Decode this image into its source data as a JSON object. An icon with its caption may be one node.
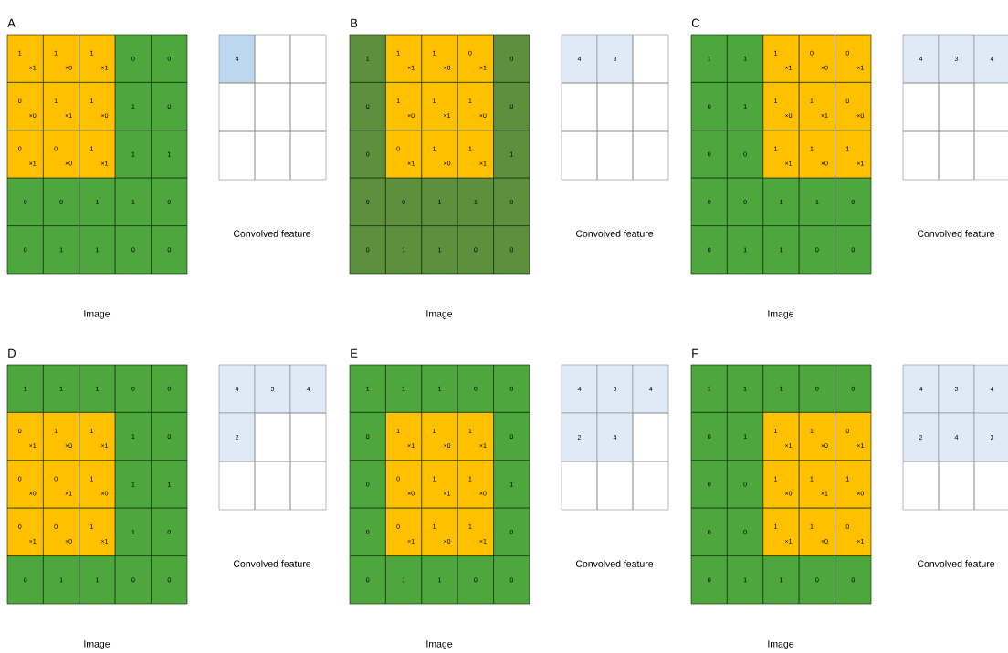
{
  "diagram": {
    "labels": [
      "A",
      "1",
      "×1",
      "1",
      "×0",
      "1",
      "×1",
      "0",
      "0",
      "0",
      "×0",
      "1",
      "×1",
      "1",
      "×0",
      "1",
      "0",
      "0",
      "×1",
      "0",
      "×0",
      "1",
      "×1",
      "1",
      "1",
      "0",
      "0",
      "1",
      "1",
      "0",
      "0",
      "1",
      "1",
      "0",
      "0",
      "4",
      "Convolved feature",
      "Image",
      "B",
      "1",
      "1",
      "×1",
      "1",
      "×0",
      "0",
      "×1",
      "0",
      "0",
      "1",
      "×0",
      "1",
      "×1",
      "1",
      "×0",
      "0",
      "0",
      "0",
      "×1",
      "1",
      "×0",
      "1",
      "×1",
      "1",
      "0",
      "0",
      "1",
      "1",
      "0",
      "0",
      "1",
      "1",
      "0",
      "0",
      "4",
      "3",
      "Convolved feature",
      "Image",
      "C",
      "1",
      "1",
      "1",
      "×1",
      "0",
      "×0",
      "0",
      "×1",
      "0",
      "1",
      "1",
      "×0",
      "1",
      "×1",
      "0",
      "×0",
      "0",
      "0",
      "1",
      "×1",
      "1",
      "×0",
      "1",
      "×1",
      "0",
      "0",
      "1",
      "1",
      "0",
      "0",
      "1",
      "1",
      "0",
      "0",
      "4",
      "3",
      "4",
      "Convolved feature",
      "Image",
      "D",
      "1",
      "1",
      "1",
      "0",
      "0",
      "0",
      "×1",
      "1",
      "×0",
      "1",
      "×1",
      "1",
      "0",
      "0",
      "×0",
      "0",
      "×1",
      "1",
      "×0",
      "1",
      "1",
      "0",
      "×1",
      "0",
      "×0",
      "1",
      "×1",
      "1",
      "0",
      "0",
      "1",
      "1",
      "0",
      "0",
      "4",
      "3",
      "4",
      "2",
      "Convolved feature",
      "Image",
      "E",
      "1",
      "1",
      "1",
      "0",
      "0",
      "0",
      "1",
      "×1",
      "1",
      "×0",
      "1",
      "×1",
      "0",
      "0",
      "0",
      "×0",
      "1",
      "×1",
      "1",
      "×0",
      "1",
      "0",
      "0",
      "×1",
      "1",
      "×0",
      "1",
      "×1",
      "0",
      "0",
      "1",
      "1",
      "0",
      "0",
      "4",
      "3",
      "4",
      "2",
      "4",
      "Convolved feature",
      "Image",
      "F",
      "1",
      "1",
      "1",
      "0",
      "0",
      "0",
      "1",
      "1",
      "×1",
      "1",
      "×0",
      "0",
      "×1",
      "0",
      "0",
      "1",
      "×0",
      "1",
      "×1",
      "1",
      "×0",
      "0",
      "0",
      "1",
      "×1",
      "1",
      "×0",
      "0",
      "×1",
      "0",
      "1",
      "1",
      "0",
      "0",
      "4",
      "3",
      "4",
      "2",
      "4",
      "3",
      "Convolved feature",
      "Image"
    ]
  }
}
